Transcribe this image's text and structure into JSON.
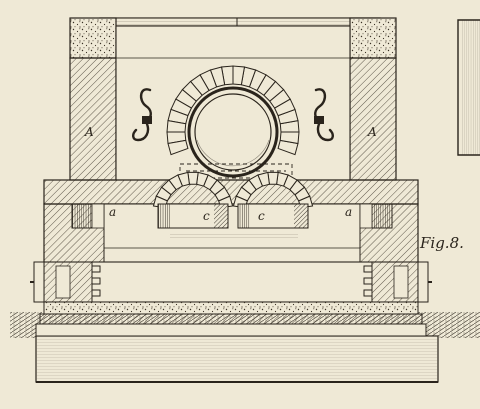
{
  "labels": {
    "wall_left": "A",
    "wall_right": "A",
    "opening_left": "a",
    "opening_right": "a",
    "firebox_left": "c",
    "firebox_right": "c",
    "figure": "Fig.8."
  },
  "colors": {
    "paper": "#efe9d6",
    "ink": "#2a241c",
    "shade": "#b9b09a"
  }
}
